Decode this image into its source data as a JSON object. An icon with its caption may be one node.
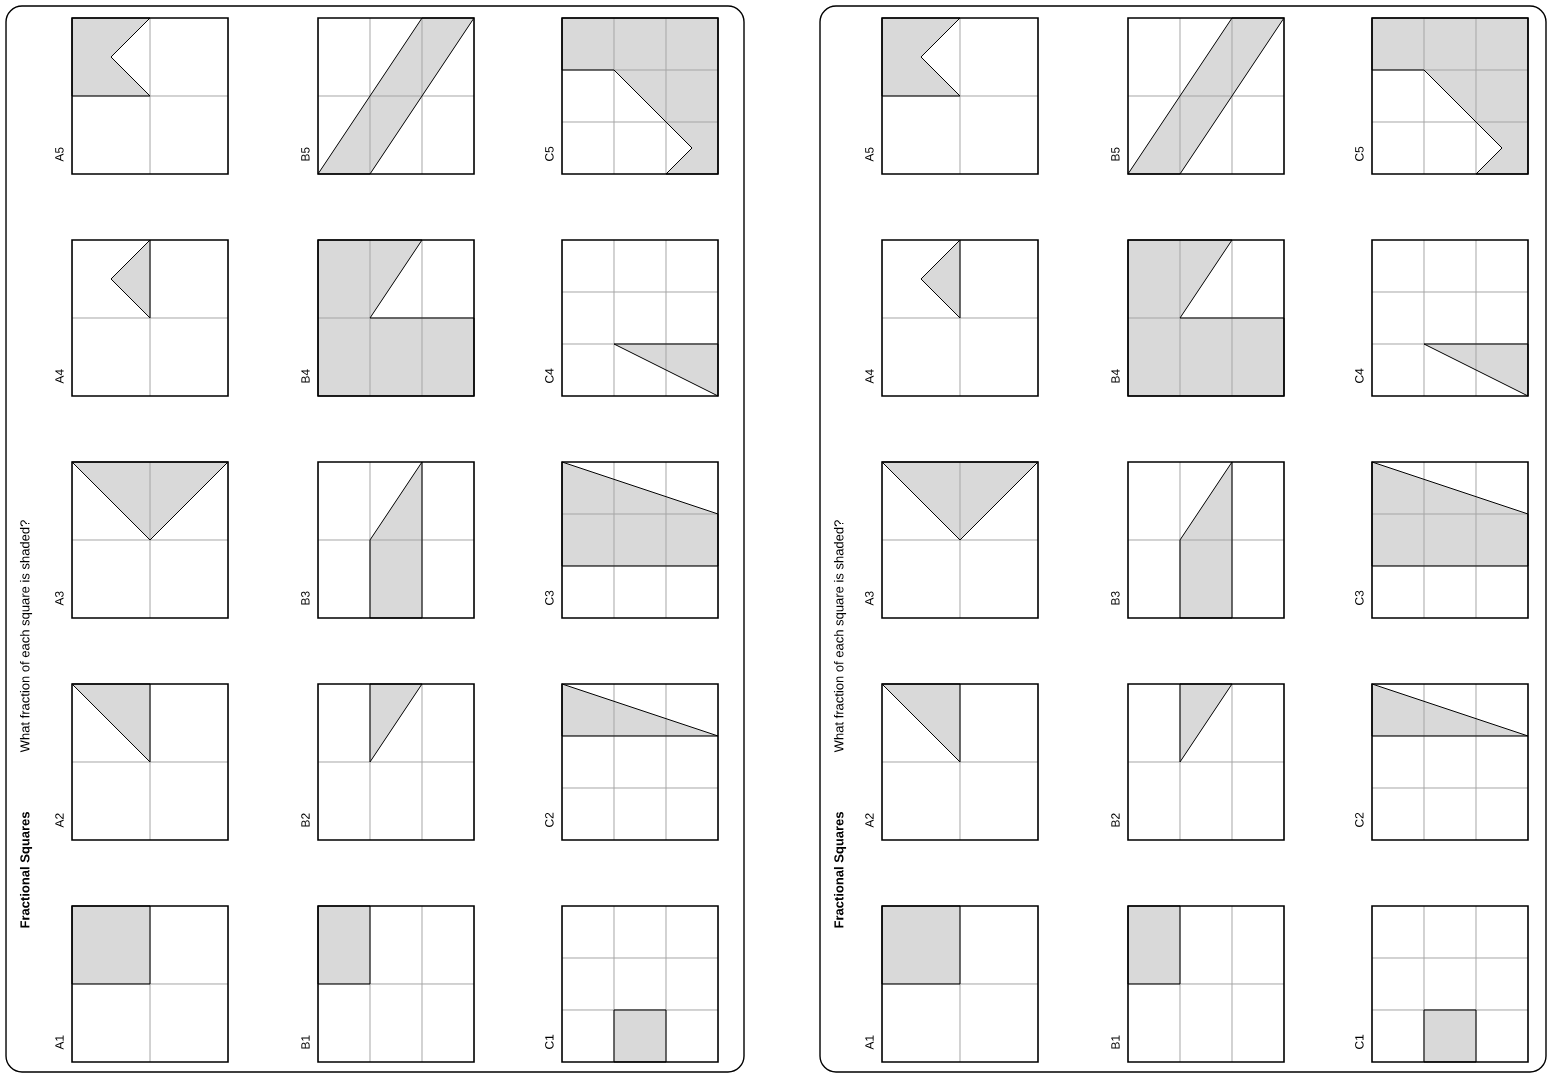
{
  "diagram": {
    "nodes": [
      {
        "text": [
          "Fractional Squares",
          "What fraction of each square is shaded?"
        ]
      },
      {
        "text": [],
        "shape": "box",
        "in": 0,
        "beside": [
          "A1"
        ]
      },
      {
        "text": [],
        "shape": "box",
        "in": 0,
        "beside": [
          "A2"
        ]
      },
      {
        "text": [],
        "shape": "box",
        "in": 0,
        "beside": [
          "A3"
        ]
      },
      {
        "text": [],
        "shape": "box",
        "in": 0,
        "beside": [
          "A4"
        ]
      },
      {
        "text": [],
        "shape": "box",
        "in": 0,
        "beside": [
          "A5"
        ]
      },
      {
        "text": [],
        "shape": "box",
        "in": 0,
        "beside": [
          "B1"
        ]
      },
      {
        "text": [],
        "shape": "box",
        "in": 0,
        "beside": [
          "B2"
        ]
      },
      {
        "text": [],
        "shape": "box",
        "in": 0,
        "beside": [
          "B3"
        ]
      },
      {
        "text": [],
        "shape": "box",
        "in": 0,
        "beside": [
          "B4"
        ]
      },
      {
        "text": [],
        "shape": "box",
        "in": 0,
        "beside": [
          "B5"
        ]
      },
      {
        "text": [],
        "shape": "box",
        "in": 0,
        "beside": [
          "C1"
        ]
      },
      {
        "text": [],
        "shape": "box",
        "in": 0,
        "beside": [
          "C2"
        ]
      },
      {
        "text": [],
        "shape": "box",
        "in": 0,
        "beside": [
          "C3"
        ]
      },
      {
        "text": [],
        "shape": "box",
        "in": 0,
        "beside": [
          "C4"
        ]
      },
      {
        "text": [],
        "shape": "box",
        "in": 0,
        "beside": [
          "C5"
        ]
      },
      {
        "text": [
          "Fractional Squares",
          "What fraction of each square is shaded?"
        ]
      },
      {
        "text": [],
        "shape": "box",
        "in": 16,
        "beside": [
          "A1"
        ]
      },
      {
        "text": [],
        "shape": "box",
        "in": 16,
        "beside": [
          "A2"
        ]
      },
      {
        "text": [],
        "shape": "box",
        "in": 16,
        "beside": [
          "A3"
        ]
      },
      {
        "text": [],
        "shape": "box",
        "in": 16,
        "beside": [
          "A4"
        ]
      },
      {
        "text": [],
        "shape": "box",
        "in": 16,
        "beside": [
          "A5"
        ]
      },
      {
        "text": [],
        "shape": "box",
        "in": 16,
        "beside": [
          "B1"
        ]
      },
      {
        "text": [],
        "shape": "box",
        "in": 16,
        "beside": [
          "B2"
        ]
      },
      {
        "text": [],
        "shape": "box",
        "in": 16,
        "beside": [
          "B3"
        ]
      },
      {
        "text": [],
        "shape": "box",
        "in": 16,
        "beside": [
          "B4"
        ]
      },
      {
        "text": [],
        "shape": "box",
        "in": 16,
        "beside": [
          "B5"
        ]
      },
      {
        "text": [],
        "shape": "box",
        "in": 16,
        "beside": [
          "C1"
        ]
      },
      {
        "text": [],
        "shape": "box",
        "in": 16,
        "beside": [
          "C2"
        ]
      },
      {
        "text": [],
        "shape": "box",
        "in": 16,
        "beside": [
          "C3"
        ]
      },
      {
        "text": [],
        "shape": "box",
        "in": 16,
        "beside": [
          "C4"
        ]
      },
      {
        "text": [],
        "shape": "box",
        "in": 16,
        "beside": [
          "C5"
        ]
      }
    ]
  }
}
